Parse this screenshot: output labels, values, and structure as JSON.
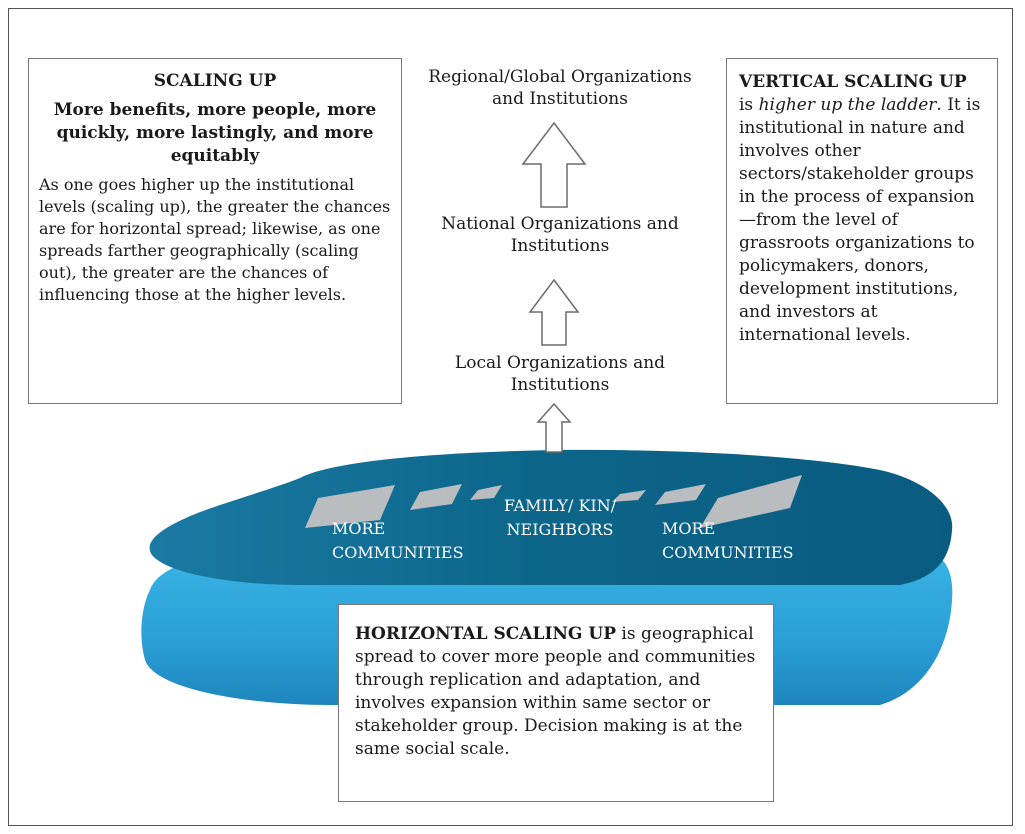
{
  "left_box": {
    "title": "SCALING UP",
    "subtitle": "More benefits, more people, more quickly, more lastingly, and more equitably",
    "body": "As one goes higher up the institutional levels (scaling up), the greater the chances are for horizontal spread; likewise, as one spreads farther geographically (scaling out), the greater are the chances of influencing those at the higher levels."
  },
  "levels": {
    "top": "Regional/Global Organizations and Institutions",
    "middle": "National Organizations and Institutions",
    "bottom": "Local Organizations and Institutions"
  },
  "right_box": {
    "title": "VERTICAL SCALING UP",
    "is_word": " is ",
    "italic": "higher up the ladder",
    "body": ". It is institutional in nature and involves other sectors/stakeholder groups in the process of expansion—from the level of grassroots organizations to policymakers, donors, development institutions, and investors at international levels."
  },
  "platform": {
    "left_label": "MORE COMMUNITIES",
    "center_label": "FAMILY/ KIN/ NEIGHBORS",
    "right_label": "MORE COMMUNITIES"
  },
  "bottom_box": {
    "title": "HORIZONTAL SCALING UP",
    "body": " is geographical spread to cover more people and communities through replication and adaptation, and involves expansion within same sector or stakeholder group. Decision making is at the same social scale."
  },
  "colors": {
    "platform_top": "#0f6f98",
    "platform_side": "#2aa6dd",
    "arrow_gray": "#b8bcbf"
  }
}
